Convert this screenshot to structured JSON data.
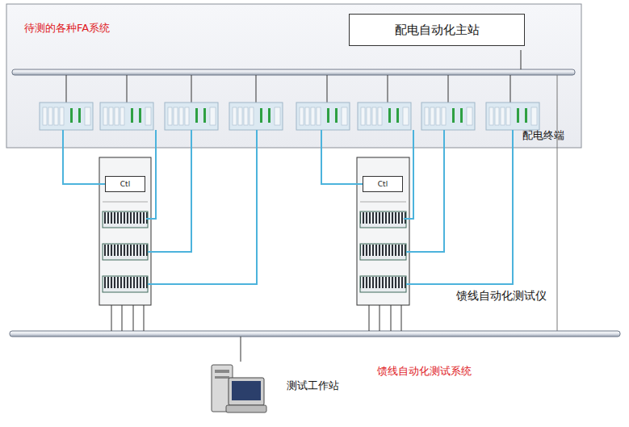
{
  "diagram": {
    "nodes": [
      {
        "text": [
          "待测的各种FA系统"
        ]
      },
      {
        "text": [
          "配电自动化主站"
        ],
        "in": 0
      },
      {
        "text": [
          "Ctl"
        ]
      },
      {
        "text": [
          "Ctl"
        ]
      },
      {
        "text": [
          "测试工作站"
        ]
      }
    ],
    "labels": [
      "配电终端",
      "馈线自动化测试仪",
      "馈线自动化测试系统"
    ]
  }
}
